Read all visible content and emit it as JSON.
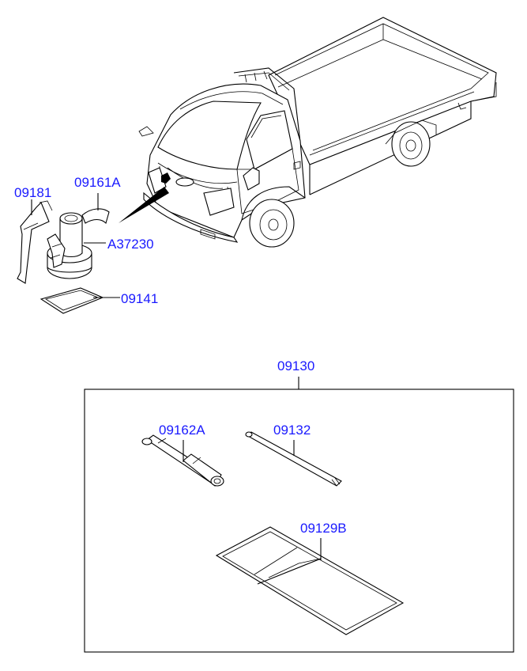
{
  "parts": {
    "p09181": "09181",
    "p09161A": "09161A",
    "pA37230": "A37230",
    "p09141": "09141",
    "p09130": "09130",
    "p09162A": "09162A",
    "p09132": "09132",
    "p09129B": "09129B"
  },
  "colors": {
    "label": "#1a1aff",
    "line": "#000000"
  }
}
